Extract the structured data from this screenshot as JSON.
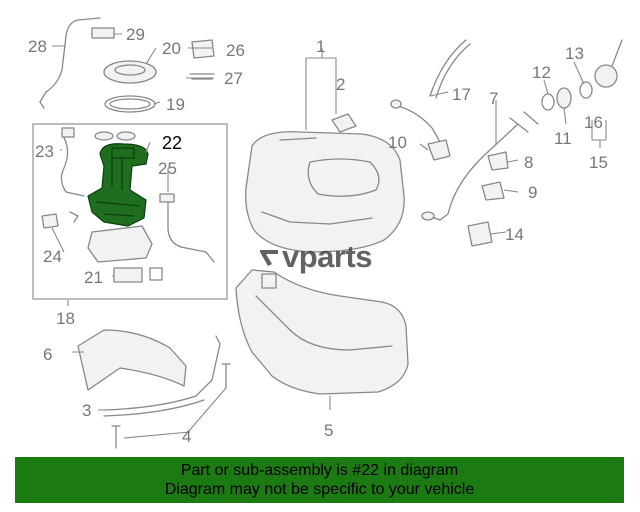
{
  "callouts": [
    "1",
    "2",
    "3",
    "4",
    "5",
    "6",
    "7",
    "8",
    "9",
    "10",
    "11",
    "12",
    "13",
    "14",
    "15",
    "16",
    "17",
    "18",
    "19",
    "20",
    "21",
    "22",
    "23",
    "24",
    "25",
    "26",
    "27",
    "28",
    "29"
  ],
  "highlighted_part": "22",
  "watermark": {
    "text": "vparts"
  },
  "banner": {
    "line1": "Part or sub-assembly is #22 in diagram",
    "line2": "Diagram may not be specific to your vehicle",
    "color": "#1b7a12"
  },
  "colors": {
    "highlight": "#1f6e1f",
    "line": "#888888",
    "numbers": "#777777"
  }
}
